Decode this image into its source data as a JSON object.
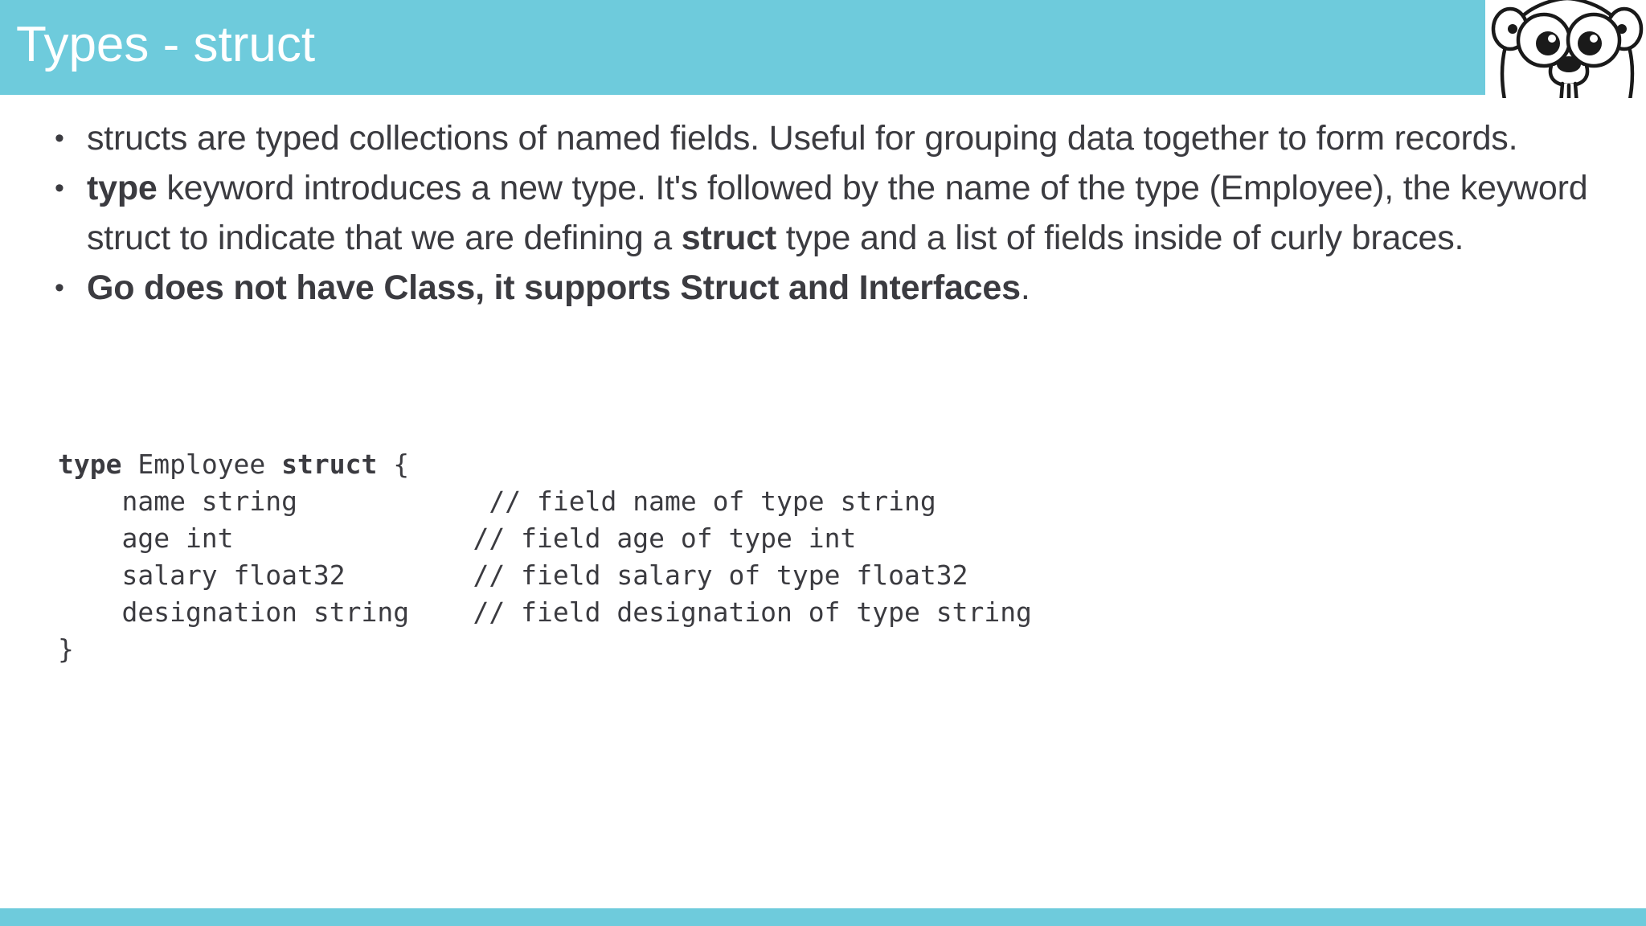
{
  "slide": {
    "title": "Types - struct",
    "theme": {
      "header_color": "#6ecbdc",
      "footer_color": "#6ecbdc",
      "title_color": "#ffffff",
      "body_text_color": "#3b3b40",
      "background": "#ffffff"
    },
    "logo": {
      "name": "go-gopher-logo",
      "alt": "Go gopher mascot"
    },
    "bullets": [
      {
        "id": "bullet-structs-intro",
        "segments": [
          {
            "text": "structs are typed collections of named fields. Useful for grouping data together to form records.",
            "bold": false
          }
        ]
      },
      {
        "id": "bullet-type-keyword",
        "segments": [
          {
            "text": "type",
            "bold": true
          },
          {
            "text": " keyword introduces a new type. It's followed by the name of the type (Employee), the keyword struct to indicate that we are defining a ",
            "bold": false
          },
          {
            "text": "struct",
            "bold": true
          },
          {
            "text": " type and a list of fields inside of curly braces.",
            "bold": false
          }
        ]
      },
      {
        "id": "bullet-no-class",
        "segments": [
          {
            "text": "Go does not have Class, it supports Struct and Interfaces",
            "bold": true
          },
          {
            "text": ".",
            "bold": false
          }
        ]
      }
    ],
    "code": {
      "language": "go",
      "lines": [
        [
          {
            "text": "type",
            "bold": true
          },
          {
            "text": " Employee ",
            "bold": false
          },
          {
            "text": "struct",
            "bold": true
          },
          {
            "text": " {",
            "bold": false
          }
        ],
        [
          {
            "text": "    name string            // field name of type string",
            "bold": false
          }
        ],
        [
          {
            "text": "    age int               // field age of type int",
            "bold": false
          }
        ],
        [
          {
            "text": "    salary float32        // field salary of type float32",
            "bold": false
          }
        ],
        [
          {
            "text": "    designation string    // field designation of type string",
            "bold": false
          }
        ],
        [
          {
            "text": "}",
            "bold": false
          }
        ]
      ]
    }
  }
}
